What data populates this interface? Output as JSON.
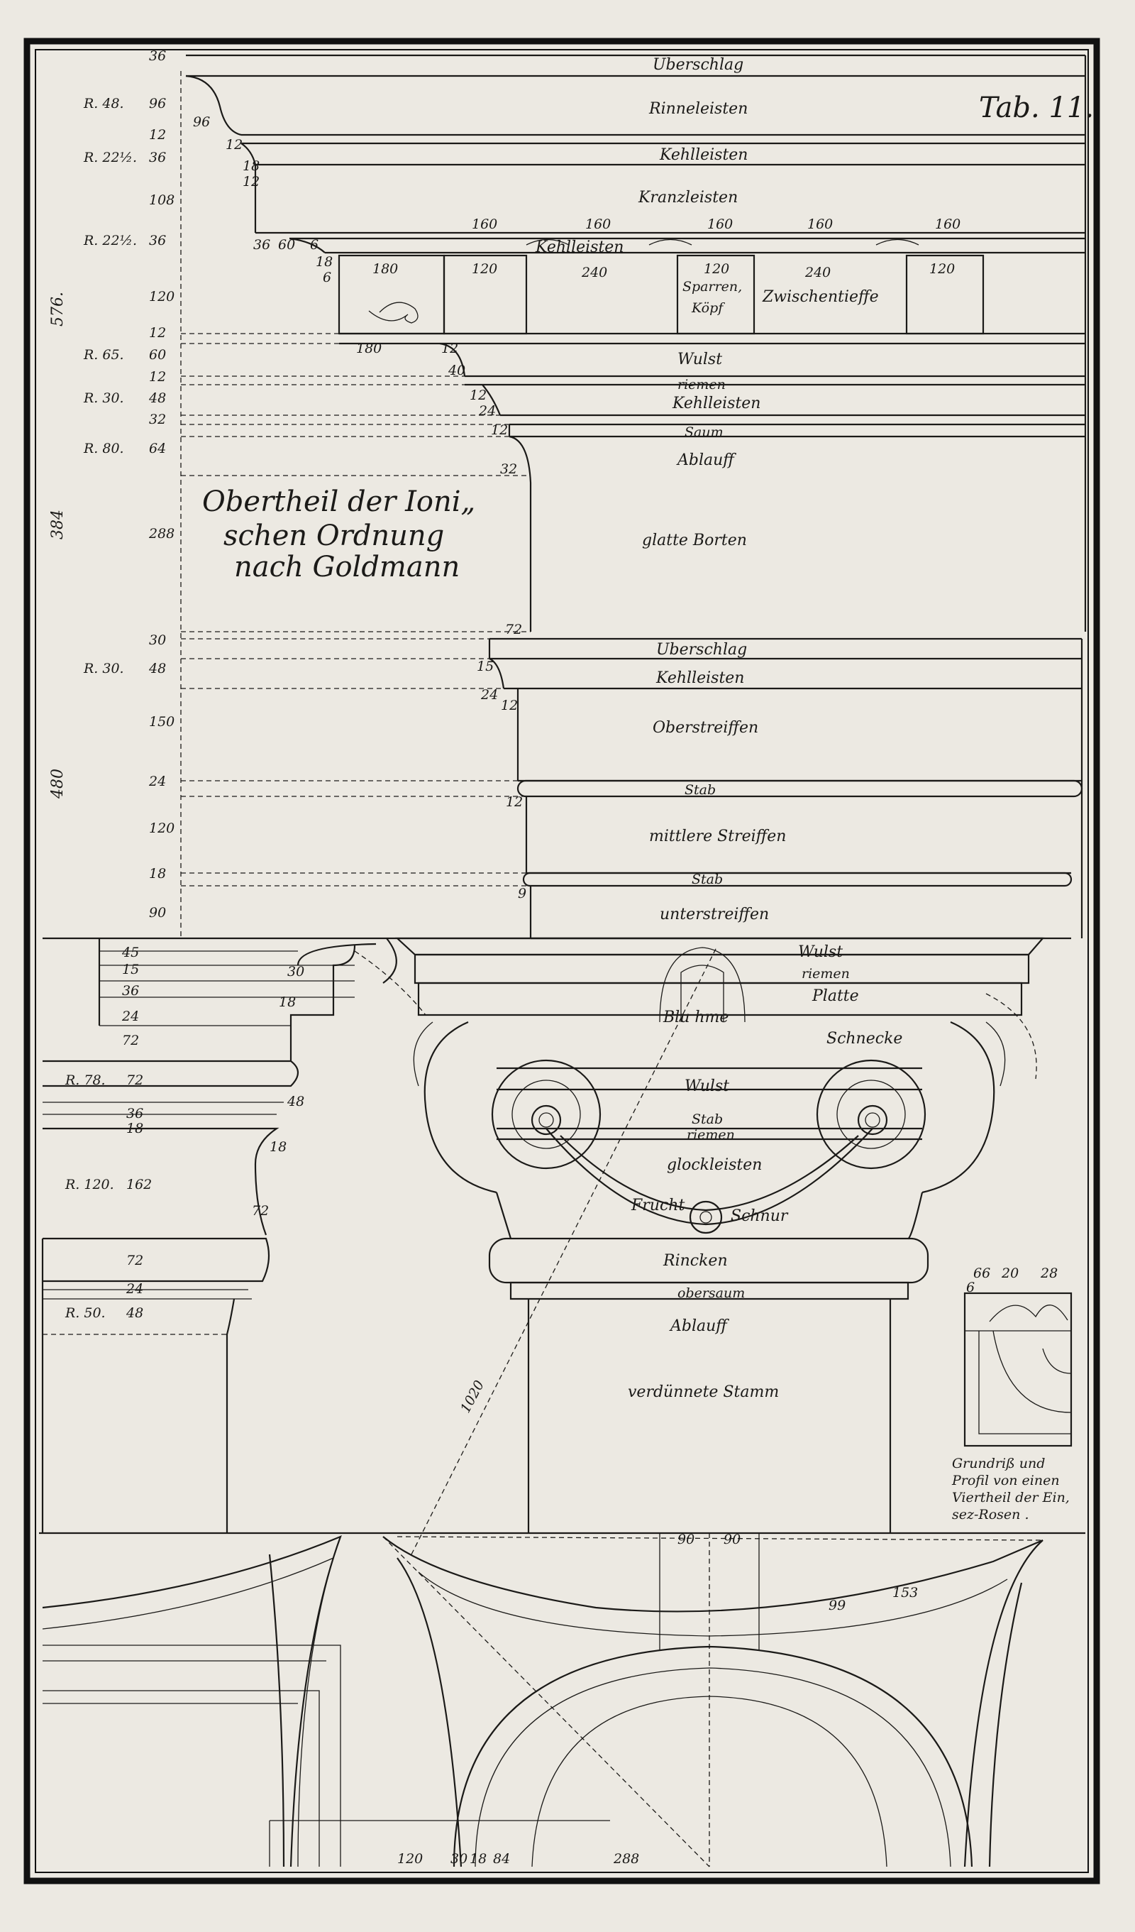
{
  "plate": {
    "tab_label": "Tab. 11.",
    "title_lines": [
      "Obertheil der Ioni„",
      "schen Ordnung",
      "nach Goldmann"
    ]
  },
  "cornice": {
    "members": [
      "Uberschlag",
      "Rinneleisten",
      "Kehlleisten",
      "Kranzleisten",
      "Kehlleisten",
      "Wulst",
      "riemen",
      "Kehlleisten",
      "Saum",
      "Ablauff"
    ],
    "dentil_top_labels": [
      "160",
      "160",
      "160",
      "160",
      "160"
    ],
    "dentil_labels": [
      "180",
      "120",
      "240",
      "120",
      "240",
      "120"
    ],
    "sparren_label": [
      "Sparren,",
      "Köpf"
    ],
    "zwischen_label": "Zwischentieffe"
  },
  "frieze": {
    "label": "glatte Borten"
  },
  "architrave": {
    "members": [
      "Uberschlag",
      "Kehlleisten",
      "Oberstreiffen",
      "Stab",
      "mittlere Streiffen",
      "Stab",
      "unterstreiffen"
    ]
  },
  "capital": {
    "labels": [
      "Wulst",
      "riemen",
      "Platte",
      "Blu hme",
      "Schnecke",
      "Wulst",
      "Stab",
      "riemen",
      "glockleisten",
      "Frucht",
      "Schnur",
      "Rincken",
      "obersaum",
      "Ablauff",
      "verdünnete Stamm"
    ]
  },
  "dimensions": {
    "left_column": [
      {
        "r": "",
        "v": "36"
      },
      {
        "r": "R. 48.",
        "v": "96"
      },
      {
        "r": "",
        "v": "12"
      },
      {
        "r": "R. 22½.",
        "v": "36"
      },
      {
        "r": "",
        "v": "108"
      },
      {
        "r": "R. 22½.",
        "v": "36"
      },
      {
        "r": "",
        "v": "120"
      },
      {
        "r": "",
        "v": "12"
      },
      {
        "r": "R. 65.",
        "v": "60"
      },
      {
        "r": "",
        "v": "12"
      },
      {
        "r": "R. 30.",
        "v": "48"
      },
      {
        "r": "",
        "v": "32"
      },
      {
        "r": "R. 80.",
        "v": "64"
      },
      {
        "r": "",
        "v": "288"
      },
      {
        "r": "",
        "v": "30"
      },
      {
        "r": "R. 30.",
        "v": "48"
      },
      {
        "r": "",
        "v": "150"
      },
      {
        "r": "",
        "v": "24"
      },
      {
        "r": "",
        "v": "120"
      },
      {
        "r": "",
        "v": "18"
      },
      {
        "r": "",
        "v": "90"
      }
    ],
    "section_totals": [
      "576.",
      "384",
      "480"
    ],
    "projections": [
      "96",
      "12",
      "18",
      "12",
      "18",
      "6",
      "36",
      "60",
      "6",
      "180",
      "12",
      "40",
      "12",
      "24",
      "12",
      "32",
      "72",
      "15",
      "24",
      "12",
      "12",
      "9"
    ],
    "capital_left": [
      "45",
      "15",
      "36",
      "24",
      "72"
    ],
    "capital_right": [
      "30",
      "18"
    ],
    "base_rows": [
      {
        "r": "R. 78.",
        "v": "72"
      },
      {
        "r": "",
        "v": "36"
      },
      {
        "r": "",
        "v": "18"
      },
      {
        "r": "R. 120.",
        "v": "162"
      },
      {
        "r": "",
        "v": "72"
      },
      {
        "r": "",
        "v": "24"
      },
      {
        "r": "R. 50.",
        "v": "48"
      }
    ],
    "base_proj": [
      "48",
      "18",
      "72"
    ],
    "diagonal": "1020",
    "bottom": [
      "120",
      "30",
      "18",
      "84",
      "288"
    ],
    "soffit_top": [
      "90",
      "90"
    ],
    "soffit_arc": [
      "99",
      "153"
    ],
    "rosette": [
      "66",
      "20",
      "28",
      "6"
    ]
  },
  "rosette_caption": [
    "Grundriß und",
    "Profil von einen",
    "Viertheil der Ein,",
    "sez-Rosen ."
  ]
}
